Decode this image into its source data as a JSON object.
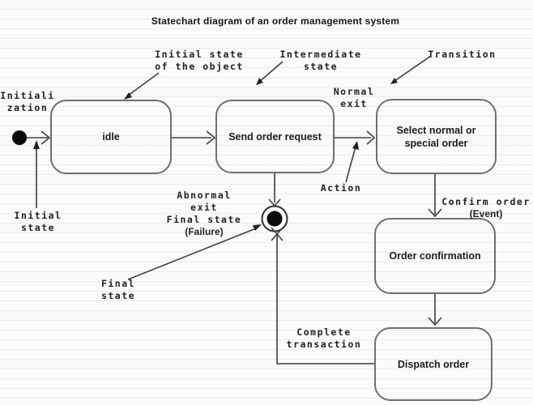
{
  "diagram": {
    "title": "Statechart diagram of an order management system",
    "states": {
      "idle": "idle",
      "send": "Send order request",
      "select": "Select normal or\nspecial order",
      "confirm": "Order confirmation",
      "dispatch": "Dispatch order"
    },
    "annotations": {
      "initialization": "Initiali\nzation",
      "initial_state": "Initial\nstate",
      "initial_object": "Initial state\nof the object",
      "intermediate": "Intermediate\nstate",
      "transition": "Transition",
      "normal_exit": "Normal\nexit",
      "action": "Action",
      "abnormal": "Abnormal\nexit\nFinal state",
      "failure": "(Failure)",
      "final_state": "Final\nstate",
      "complete": "Complete\ntransaction",
      "confirm_order": "Confirm order",
      "event": "(Event)"
    },
    "colors": {
      "line": "#3f3f3f",
      "box_border": "#6f6f6f",
      "text": "#1c1c1c",
      "state_fill_dot": "#0a0a0a"
    }
  }
}
